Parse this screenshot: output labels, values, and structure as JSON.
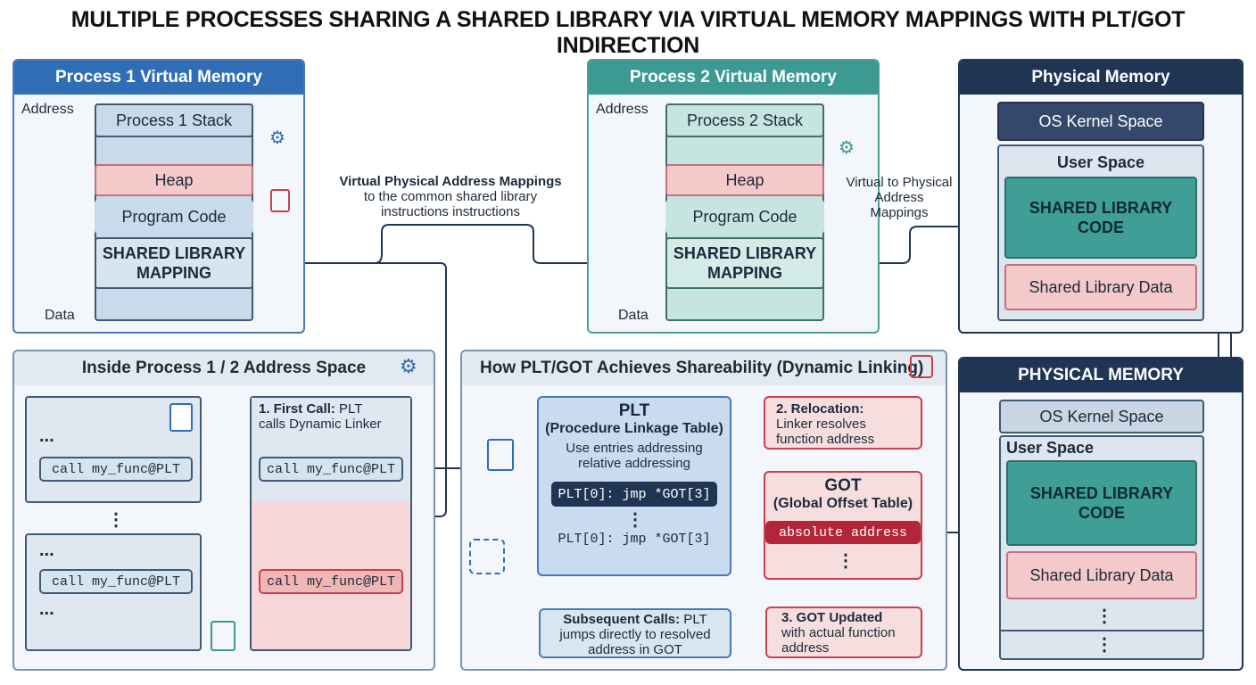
{
  "title": "MULTIPLE PROCESSES SHARING A SHARED LIBRARY VIA VIRTUAL MEMORY MAPPINGS WITH PLT/GOT INDIRECTION",
  "colors": {
    "dark_navy": "#1f3553",
    "blue_header": "#2f6eb5",
    "teal_header": "#3c9a93",
    "red": "#b3263a",
    "teal_fill": "#3f9e95"
  },
  "process1": {
    "header": "Process 1 Virtual Memory",
    "address_label": "Address",
    "data_label": "Data",
    "stack": "Process 1 Stack",
    "heap": "Heap",
    "program_code": "Program Code",
    "shared_mapping": "SHARED LIBRARY MAPPING"
  },
  "process2": {
    "header": "Process 2 Virtual Memory",
    "address_label": "Address",
    "data_label": "Data",
    "stack": "Process 2 Stack",
    "heap": "Heap",
    "program_code": "Program Code",
    "shared_mapping": "SHARED LIBRARY MAPPING"
  },
  "mapping_note": {
    "bold": "Virtual Physical Address Mappings",
    "line2": "to the common shared library",
    "line3": "instructions instructions"
  },
  "mapping_note2": [
    "Virtual to Physical",
    "Address",
    "Mappings"
  ],
  "physical1": {
    "header": "Physical Memory",
    "kernel": "OS Kernel Space",
    "user": "User Space",
    "shared_code": "SHARED LIBRARY CODE",
    "shared_data": "Shared Library Data"
  },
  "physical2": {
    "header": "PHYSICAL MEMORY",
    "kernel": "OS Kernel Space",
    "user": "User Space",
    "shared_code": "SHARED LIBRARY CODE",
    "shared_data": "Shared Library Data",
    "dots": "⋮"
  },
  "inside": {
    "header": "Inside Process 1 / 2 Address Space",
    "dots": "...",
    "call": "call my_func@PLT",
    "vdots": "⋮",
    "first_call_bold": "1. First Call:",
    "first_call_rest": " PLT",
    "first_call_line2": "calls Dynamic Linker"
  },
  "plt_got": {
    "header": "How PLT/GOT Achieves Shareability (Dynamic Linking)",
    "plt_title": "PLT",
    "plt_subtitle": "(Procedure Linkage Table)",
    "plt_desc1": "Use entries addressing",
    "plt_desc2": "relative addressing",
    "plt_entry1": "PLT[0]: jmp *GOT[3]",
    "plt_entry2": "PLT[0]: jmp *GOT[3]",
    "got_title": "GOT",
    "got_subtitle": "(Global Offset Table)",
    "got_entry": "absolute address",
    "relocation_bold": "2. Relocation:",
    "relocation_line2": "Linker resolves",
    "relocation_line3": "function address",
    "updated_bold": "3. GOT Updated",
    "updated_line2": "with actual function",
    "updated_line3": "address",
    "subsequent_bold": "Subsequent Calls:",
    "subsequent_rest": " PLT",
    "subsequent_line2": "jumps directly to resolved",
    "subsequent_line3": "address in GOT",
    "vdots": "⋮"
  }
}
